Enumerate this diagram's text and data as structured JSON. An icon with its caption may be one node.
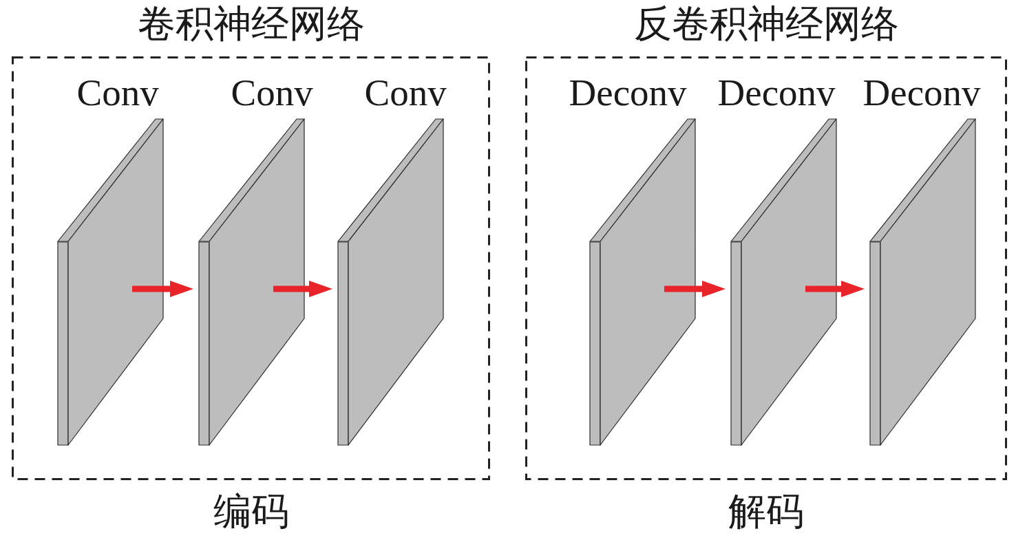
{
  "diagram": {
    "nodes": [
      {
        "text": [
          "卷积神经网络"
        ],
        "beside": [
          "编码"
        ]
      },
      {
        "text": [
          "Conv"
        ],
        "in": 0
      },
      {
        "text": [
          "Conv"
        ],
        "in": 0
      },
      {
        "text": [
          "Conv"
        ],
        "in": 0
      },
      {
        "text": [
          "反卷积神经网络"
        ],
        "beside": [
          "解码"
        ]
      },
      {
        "text": [
          "Deconv"
        ],
        "in": 4
      },
      {
        "text": [
          "Deconv"
        ],
        "in": 4
      },
      {
        "text": [
          "Deconv"
        ],
        "in": 4
      }
    ],
    "edges": [
      {
        "from": 1,
        "to": 2,
        "arrow": "to"
      },
      {
        "from": 2,
        "to": 3,
        "arrow": "to"
      },
      {
        "from": 5,
        "to": 6,
        "arrow": "to"
      },
      {
        "from": 6,
        "to": 7,
        "arrow": "to"
      }
    ]
  }
}
